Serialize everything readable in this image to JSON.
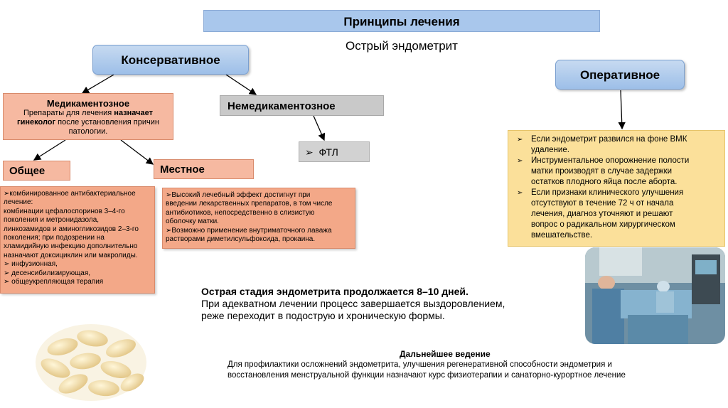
{
  "title": "Принципы лечения",
  "subtitle": "Острый эндометрит",
  "conservative": "Консервативное",
  "operative": "Оперативное",
  "medicamentous": {
    "heading": "Медикаментозное",
    "text_before": "Препараты для лечения ",
    "text_bold": "назначает гинеколог",
    "text_after": " после установления причин патологии."
  },
  "nonmedicamentous": "Немедикаментозное",
  "ftl": "ФТЛ",
  "general": "Общее",
  "local": "Местное",
  "general_box": {
    "lines": [
      "➢комбинированное антибактериальное",
      "лечение:",
      "комбинации цефалоспоринов 3–4-го",
      "поколения и метронидазола,",
      "линкозамидов и аминогликозидов 2–3-го",
      "поколения; при подозрении на",
      "хламидийную инфекцию дополнительно",
      "назначают доксициклин или макролиды.",
      "➢  инфузионная,",
      "➢  десенсибилизирующая,",
      "➢  общеукрепляющая терапия"
    ]
  },
  "local_box": {
    "lines": [
      "➢Высокий лечебный эффект достигнут при",
      "введении лекарственных препаратов, в том числе",
      "антибиотиков, непосредственно в слизистую",
      "оболочку матки.",
      "➢Возможно применение внутриматочного лаважа",
      "растворами диметилсульфоксида, прокаина."
    ]
  },
  "operative_box": {
    "items": [
      [
        "Если эндометрит развился на фоне ВМК",
        "удаление."
      ],
      [
        "Инструментальное опорожнение полости",
        "матки производят в случае задержки",
        "остатков плодного яйца после аборта."
      ],
      [
        "Если признаки клинического улучшения",
        "отсутствуют в течение 72 ч от начала",
        "лечения, диагноз уточняют и решают",
        "вопрос о радикальном хирургическом",
        "вмешательстве."
      ]
    ]
  },
  "acute": {
    "bold": "Острая стадия эндометрита продолжается 8–10 дней.",
    "line2": "При адекватном лечении процесс завершается выздоровлением,",
    "line3": "реже переходит в подострую и хроническую формы."
  },
  "further": {
    "heading": "Дальнейшее ведение",
    "line1": "Для профилактики осложнений эндометрита, улучшения регенеративной способности эндометрия и",
    "line2": "восстановления менструальной функции назначают курс физиотерапии и санаторно-курортное лечение"
  },
  "colors": {
    "blue_box": "#a9c7ec",
    "salmon": "#f3a888",
    "gray": "#c9c9c9",
    "yellow": "#fbe09a"
  }
}
